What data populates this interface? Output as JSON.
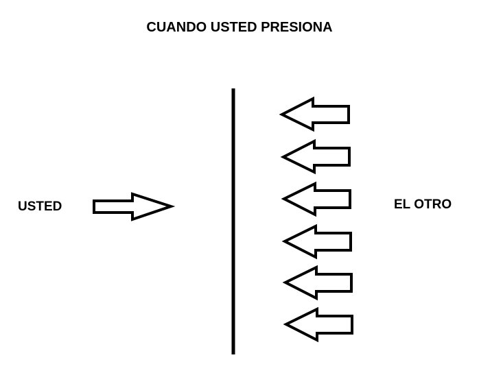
{
  "title": "CUANDO USTED PRESIONA",
  "left_party": "USTED",
  "right_party": "EL OTRO",
  "arrows": {
    "left_side_count": 1,
    "right_side_count": 6,
    "left_direction": "right",
    "right_direction": "left"
  },
  "colors": {
    "ink": "#000000",
    "background": "#ffffff"
  }
}
